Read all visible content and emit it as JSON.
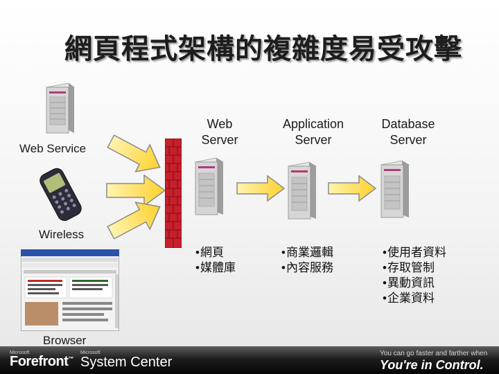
{
  "title": "網頁程式架構的複雜度易受攻擊",
  "clients": {
    "web_service": "Web Service",
    "wireless": "Wireless",
    "browser": "Browser"
  },
  "tiers": {
    "web": {
      "label_line1": "Web",
      "label_line2": "Server",
      "bullets": [
        "網頁",
        "媒體庫"
      ]
    },
    "app": {
      "label_line1": "Application",
      "label_line2": "Server",
      "bullets": [
        "商業邏輯",
        "內容服務"
      ]
    },
    "db": {
      "label_line1": "Database",
      "label_line2": "Server",
      "bullets": [
        "使用者資料",
        "存取管制",
        "異動資訊",
        "企業資料"
      ]
    }
  },
  "footer": {
    "microsoft_small": "Microsoft",
    "forefront": "Forefront",
    "system_center": "System Center",
    "tagline_small": "You can go faster and farther when",
    "tagline_big": "You're in Control."
  },
  "colors": {
    "firewall": "#c8202a",
    "arrow_fill": "#ffd84a",
    "arrow_border": "#8a8a8a",
    "footer_bg": "#0f0f0f"
  },
  "icons": [
    "server-icon",
    "mobile-phone-icon",
    "browser-window-icon",
    "firewall-icon",
    "arrow-icon"
  ]
}
